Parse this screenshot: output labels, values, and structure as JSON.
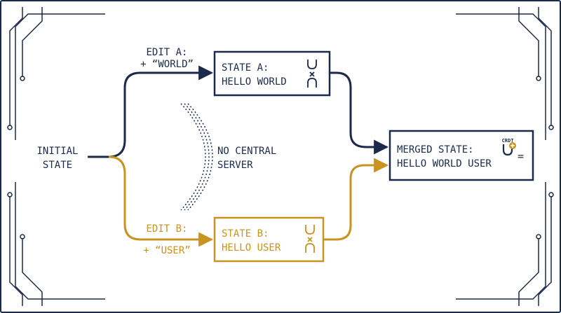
{
  "colors": {
    "navy": "#1b2a4a",
    "gold": "#c8931f",
    "frame": "#1b2a4a",
    "background": "#ffffff"
  },
  "initial_state": {
    "line1": "INITIAL",
    "line2": "STATE"
  },
  "edit_a": {
    "line1": "EDIT A:",
    "line2": "+ “WORLD”"
  },
  "edit_b": {
    "line1": "EDIT B:",
    "line2": "+ “USER”"
  },
  "state_a": {
    "line1": "STATE A:",
    "line2": "HELLO WORLD",
    "icon": "set-union-icon"
  },
  "state_b": {
    "line1": "STATE B:",
    "line2": "HELLO USER",
    "icon": "set-union-icon"
  },
  "no_server": {
    "line1": "NO CENTRAL",
    "line2": "SERVER"
  },
  "merged_state": {
    "line1": "MERGED STATE:",
    "line2": "HELLO WORLD USER",
    "badge": "CRDT",
    "icon": "crdt-merge-icon",
    "equals": "="
  }
}
